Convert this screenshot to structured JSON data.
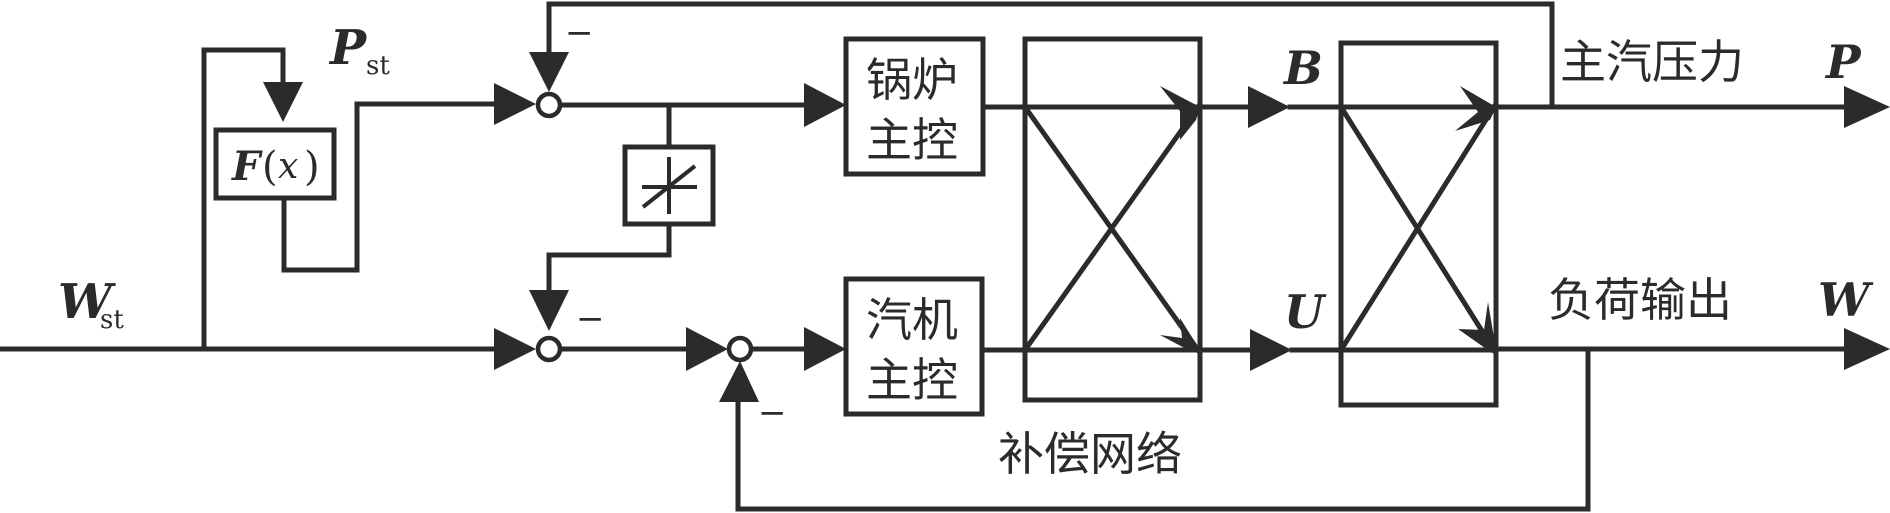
{
  "diagram": {
    "inputs": {
      "load_setpoint": {
        "symbol": "W",
        "subscript": "st"
      },
      "pressure_setpoint": {
        "symbol": "P",
        "subscript": "st"
      }
    },
    "function_block": {
      "func": "F",
      "arg": "x",
      "open": "(",
      "close": ")"
    },
    "boiler_controller": {
      "line1": "锅炉",
      "line2": "主控"
    },
    "turbine_controller": {
      "line1": "汽机",
      "line2": "主控"
    },
    "compensation_network": {
      "label": "补偿网络"
    },
    "intermediate_signals": {
      "boiler": "B",
      "turbine": "U"
    },
    "outputs": {
      "pressure": {
        "label": "主汽压力",
        "symbol": "P"
      },
      "load": {
        "label": "负荷输出",
        "symbol": "W"
      }
    },
    "signs": {
      "sum1_top": "−",
      "sum2_top": "−",
      "sum3_bottom": "−"
    }
  }
}
